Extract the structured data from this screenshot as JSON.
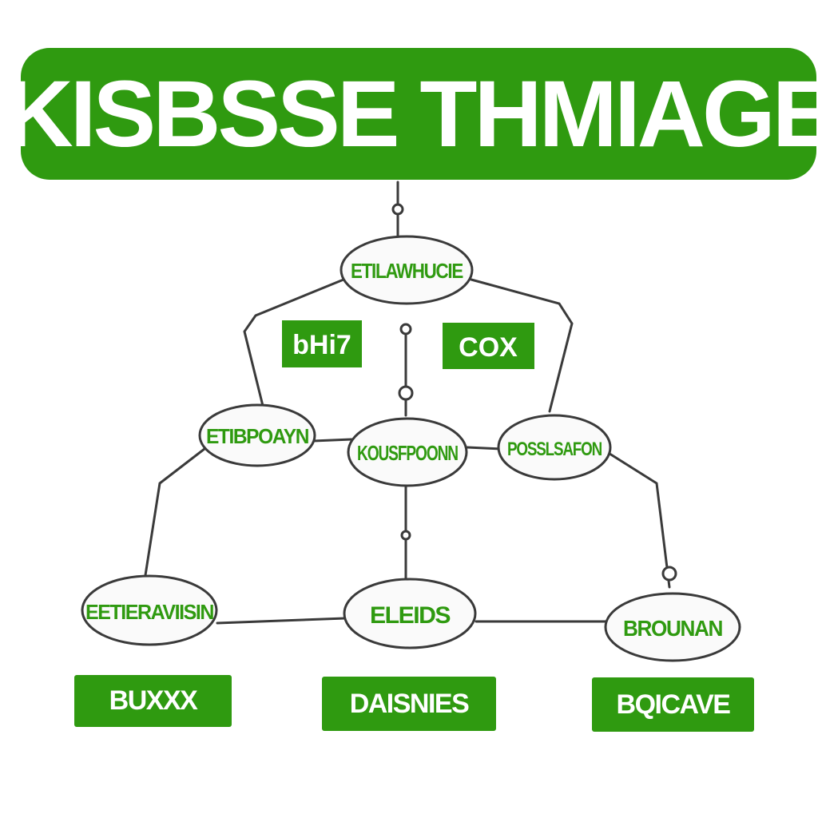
{
  "title": "KISBSSE THMIAGE",
  "colors": {
    "accent": "#2f9a10",
    "line": "#3a3a3a",
    "node_fill": "#fafafa",
    "background": "#ffffff"
  },
  "nodes": {
    "top": "ETILAWHUCIE",
    "left": "ETIBPOAYN",
    "center": "KOUSFPOONN",
    "right": "POSSLSAFON",
    "bottom_left": "EETIERAVIISIN",
    "bottom_center": "ELEIDS",
    "bottom_right": "BROUNAN"
  },
  "mid_boxes": {
    "left": "bHi7",
    "right": "COX"
  },
  "bottom_boxes": {
    "left": "BUXXX",
    "center": "DAISNIES",
    "right": "BQICAVE"
  }
}
